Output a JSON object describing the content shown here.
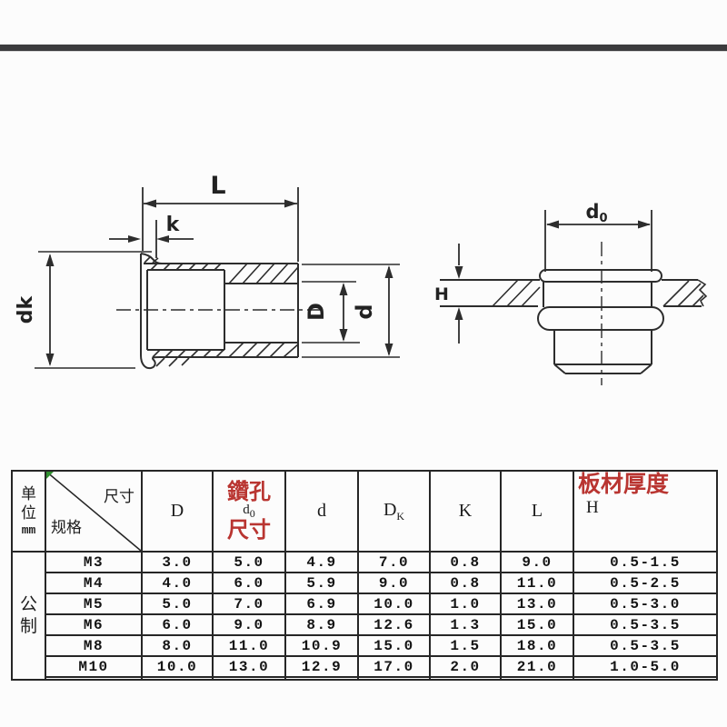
{
  "page": {
    "background": "#fcfcfc",
    "top_bar_color": "#3b3b3d",
    "line_color": "#2d2d2d",
    "red_accent": "#b93531",
    "table_border_color": "#262626",
    "corner_marker_color": "#2f8f2f"
  },
  "drawings": {
    "left": {
      "dim_L": "L",
      "dim_k": "k",
      "dim_dk": "dk",
      "dim_D": "D",
      "dim_d": "d"
    },
    "right": {
      "dim_d0_main": "d",
      "dim_d0_sub": "0",
      "dim_H": "H"
    }
  },
  "table": {
    "unit_cell": {
      "cn": "单位",
      "en": "mm"
    },
    "diag_cell": {
      "top_right": "尺寸",
      "bottom_left": "规格"
    },
    "headers": {
      "D": "D",
      "drill_top": "鑽孔",
      "drill_d0_main": "d",
      "drill_d0_sub": "0",
      "drill_bottom": "尺寸",
      "d": "d",
      "DK_main": "D",
      "DK_sub": "K",
      "K": "K",
      "L": "L",
      "thickness": "板材厚度",
      "H": "H"
    },
    "group_label": "公制",
    "rows": [
      {
        "spec": "M3",
        "D": "3.0",
        "d0": "5.0",
        "d": "4.9",
        "DK": "7.0",
        "K": "0.8",
        "L": "9.0",
        "H": "0.5-1.5"
      },
      {
        "spec": "M4",
        "D": "4.0",
        "d0": "6.0",
        "d": "5.9",
        "DK": "9.0",
        "K": "0.8",
        "L": "11.0",
        "H": "0.5-2.5"
      },
      {
        "spec": "M5",
        "D": "5.0",
        "d0": "7.0",
        "d": "6.9",
        "DK": "10.0",
        "K": "1.0",
        "L": "13.0",
        "H": "0.5-3.0"
      },
      {
        "spec": "M6",
        "D": "6.0",
        "d0": "9.0",
        "d": "8.9",
        "DK": "12.6",
        "K": "1.3",
        "L": "15.0",
        "H": "0.5-3.5"
      },
      {
        "spec": "M8",
        "D": "8.0",
        "d0": "11.0",
        "d": "10.9",
        "DK": "15.0",
        "K": "1.5",
        "L": "18.0",
        "H": "0.5-3.5"
      },
      {
        "spec": "M10",
        "D": "10.0",
        "d0": "13.0",
        "d": "12.9",
        "DK": "17.0",
        "K": "2.0",
        "L": "21.0",
        "H": "1.0-5.0"
      }
    ]
  }
}
